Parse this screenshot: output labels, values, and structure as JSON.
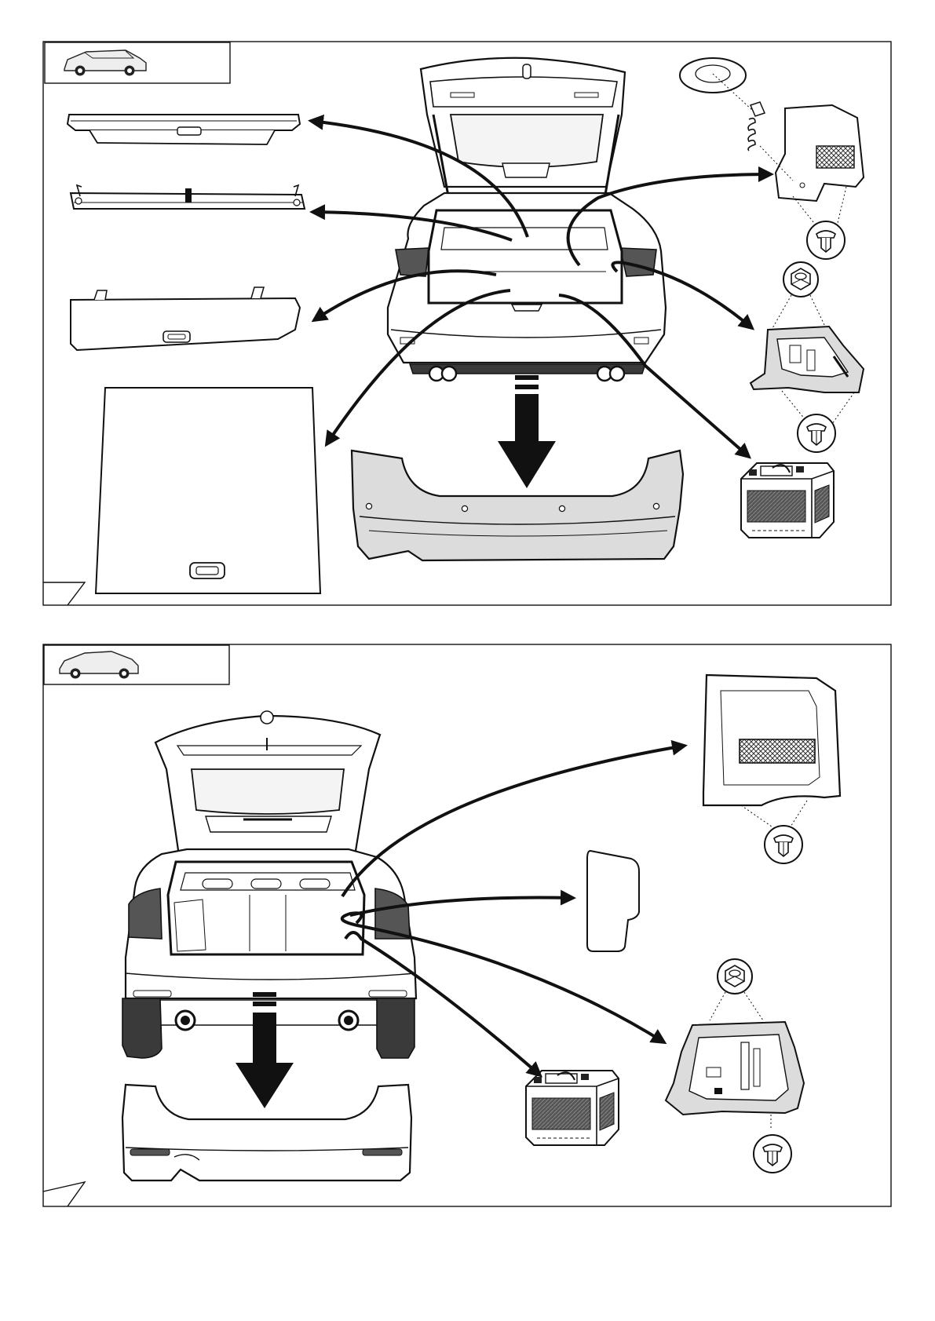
{
  "page": {
    "background": "#ffffff",
    "line_color": "#111111",
    "part_fill": "#dcdcdc",
    "dark_fill": "#3a3a3a",
    "glass_fill": "#f4f4f4"
  },
  "panels": [
    {
      "vehicle_icon": "station-wagon-side-icon",
      "main_view": "wagon-rear-tailgate-open",
      "removed_parts": [
        "luggage-cover-roller-blind",
        "partition-net-cassette",
        "luggage-compartment-cover-panel",
        "luggage-compartment-floor-panel",
        "rear-bumper-trim",
        "side-trim-panel-with-net",
        "tool-tray-with-nut",
        "battery"
      ],
      "fasteners": [
        "expanding-rivet",
        "hex-nut",
        "screw-cap",
        "spring"
      ]
    },
    {
      "vehicle_icon": "gran-turismo-side-icon",
      "main_view": "hatchback-rear-tailgate-open",
      "removed_parts": [
        "side-trim-panel-with-net",
        "cover-plate",
        "tool-tray-with-nut",
        "battery",
        "rear-bumper-trim"
      ],
      "fasteners": [
        "expanding-rivet",
        "hex-nut"
      ]
    }
  ]
}
